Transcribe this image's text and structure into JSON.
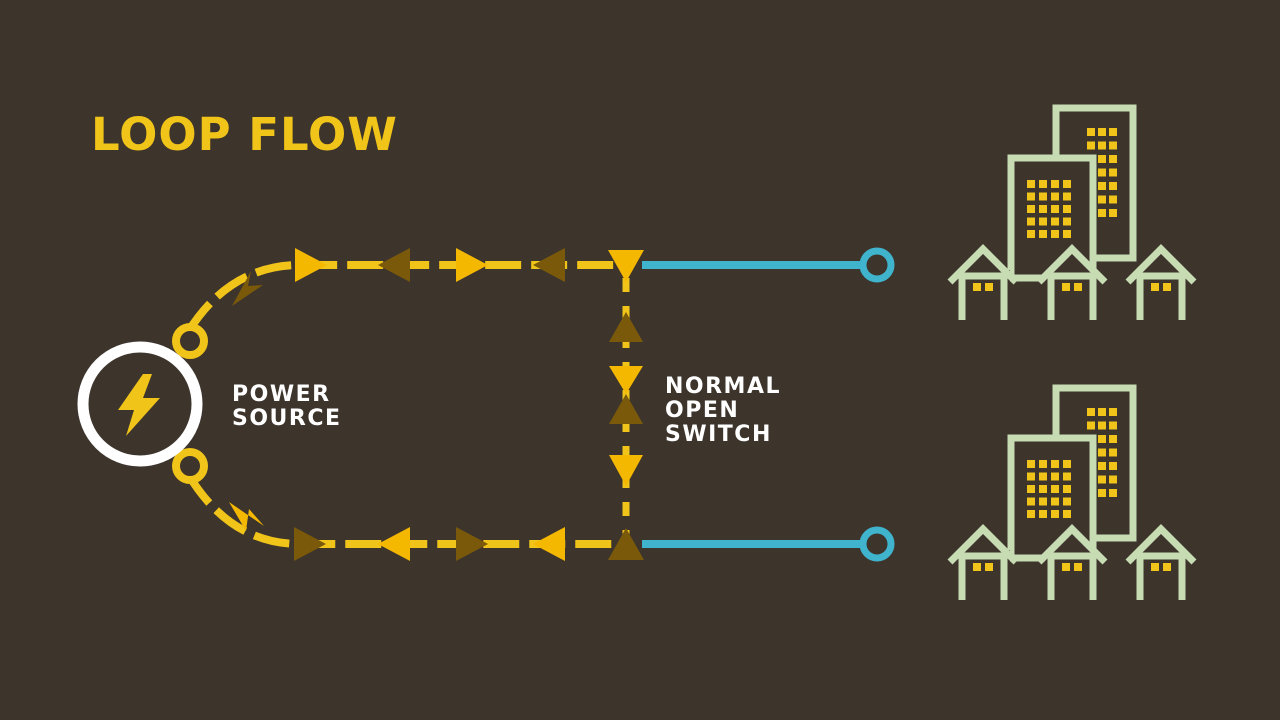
{
  "title": "LOOP FLOW",
  "power_source": {
    "label_lines": [
      "POWER",
      "SOURCE"
    ]
  },
  "switch": {
    "label_lines": [
      "NORMAL",
      "OPEN",
      "SWITCH"
    ]
  },
  "colors": {
    "background": "#3d342c",
    "line": "#f0c419",
    "arrow_bright": "#f5b800",
    "arrow_dim": "#7a5a0a",
    "feeder": "#3fb4cc",
    "building": "#c8dcb4",
    "window": "#f0c419",
    "source_ring": "#ffffff"
  },
  "icons": {
    "source": "lightning-bolt-icon",
    "load": "city-buildings-icon"
  }
}
